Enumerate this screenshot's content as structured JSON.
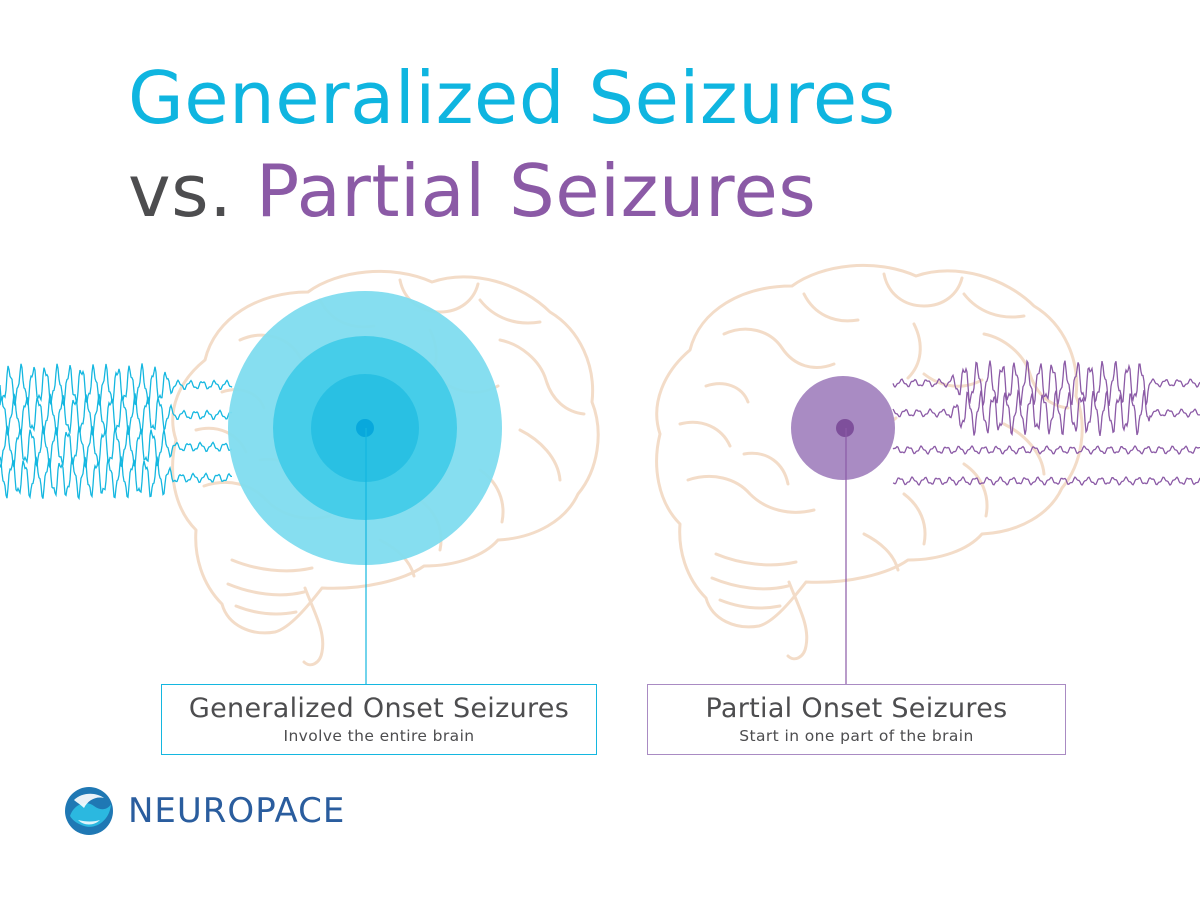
{
  "title": {
    "line1": "Generalized Seizures",
    "line2_prefix": "vs.",
    "line2_main": "Partial Seizures"
  },
  "left_label": {
    "title": "Generalized Onset Seizures",
    "subtitle": "Involve the entire brain"
  },
  "right_label": {
    "title": "Partial Onset Seizures",
    "subtitle": "Start in one part of the brain"
  },
  "logo": {
    "text": "NEUROPACE"
  },
  "colors": {
    "cyan": "#0fb5e0",
    "cyan_outer": "#7fdcef",
    "cyan_mid": "#3fcbe8",
    "cyan_inner": "#26bfe2",
    "cyan_dot": "#08a8dc",
    "purple": "#8b5aa6",
    "purple_circle": "#a98bc3",
    "purple_dot": "#7e4f9b",
    "grey_text": "#4d4d4f",
    "brain_outline": "#f3dcc8",
    "logo_blue": "#1f78b4",
    "logo_word": "#2a5d9e",
    "logo_accent": "#2bb8e0"
  }
}
